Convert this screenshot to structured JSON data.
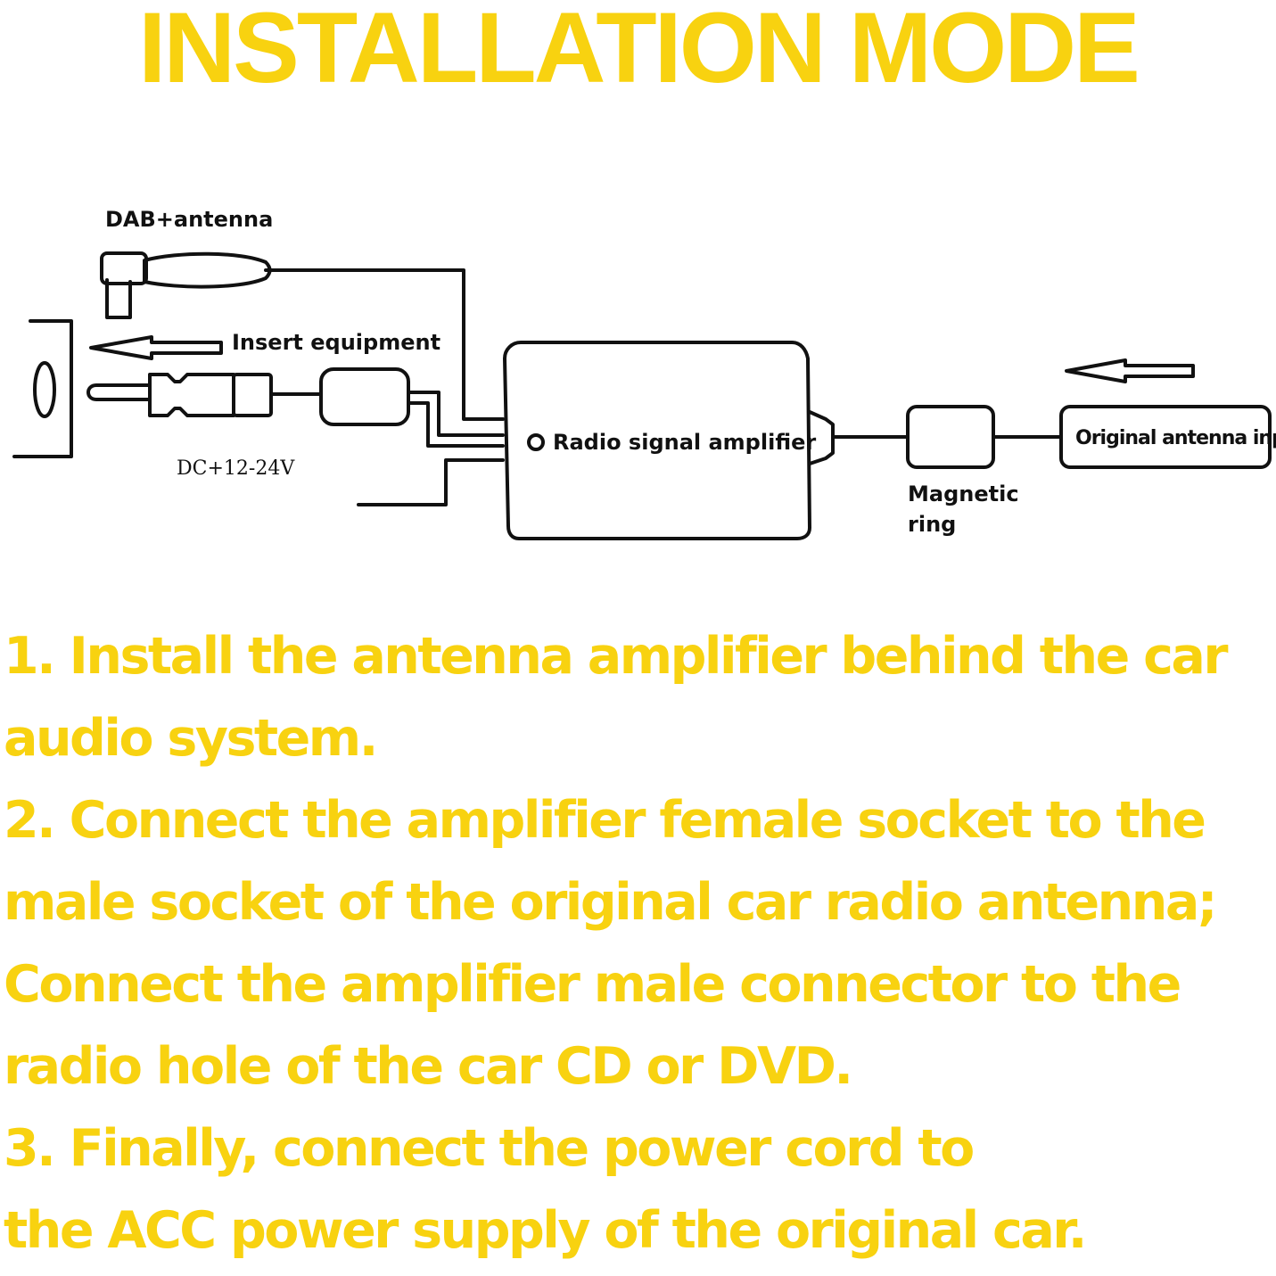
{
  "colors": {
    "accent": "#f8d210",
    "ink": "#111111",
    "background": "#ffffff"
  },
  "title": "INSTALLATION MODE",
  "diagram": {
    "labels": {
      "dab_antenna": "DAB+antenna",
      "insert_equipment": "Insert equipment",
      "power": "DC+12-24V",
      "amplifier": "Radio signal amplifier",
      "magnetic_ring_line1": "Magnetic",
      "magnetic_ring_line2": "ring",
      "original_input": "Original antenna input"
    }
  },
  "instructions": [
    "1. Install the antenna amplifier behind the car",
    "audio system.",
    "2. Connect the amplifier female socket to the",
    "male socket of the original car radio antenna;",
    "Connect the amplifier male connector to the",
    "radio hole of the car CD or DVD.",
    "3. Finally, connect the power cord to",
    "the ACC power supply of the original car."
  ]
}
